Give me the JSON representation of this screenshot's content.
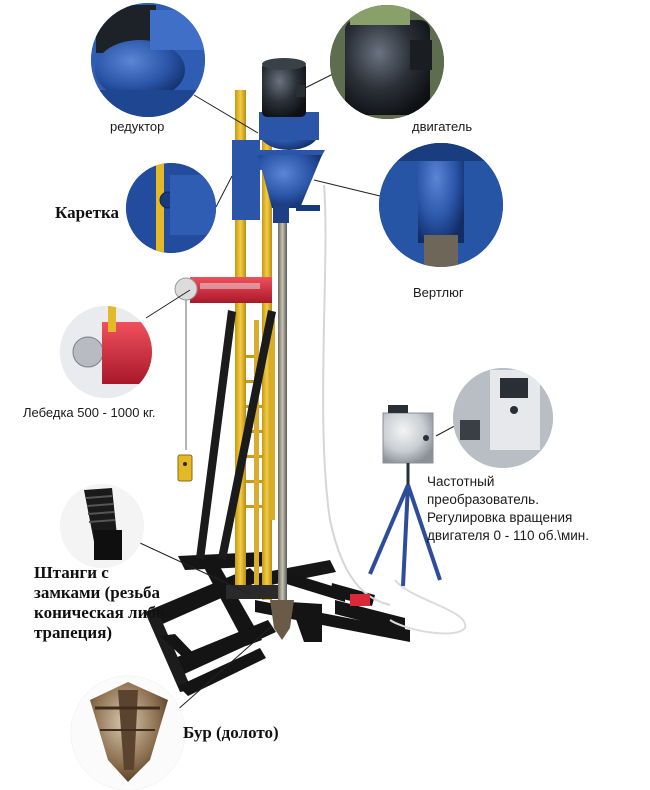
{
  "labels": {
    "reductor": "редуктор",
    "motor": "двигатель",
    "carriage": "Каретка",
    "swivel": "Вертлюг",
    "winch": "Лебедка 500 - 1000 кг.",
    "converter": [
      "Частотный",
      "преобразователь.",
      "Регулировка вращения",
      "двигателя 0 - 110 об.\\мин."
    ],
    "rods": [
      "Штанги с",
      "замками (резьба",
      "коническая либо",
      "трапеция)"
    ],
    "bit": "Бур (долото)"
  },
  "colors": {
    "frame_yellow": "#e3b928",
    "frame_yellow_dark": "#b88c12",
    "machine_blue": "#2a55a8",
    "machine_blue_dark": "#173a7c",
    "motor_black": "#1f2328",
    "base_black": "#141414",
    "winch_red": "#d9283a",
    "box_grey": "#e8eaec",
    "leader_line": "#222222"
  }
}
